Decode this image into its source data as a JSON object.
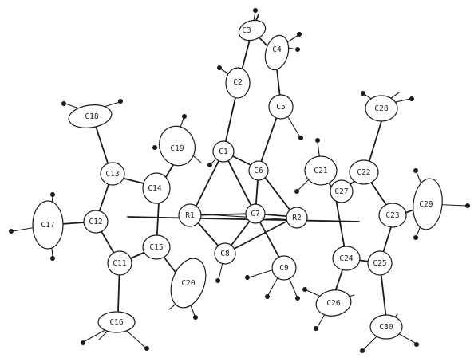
{
  "labels": {
    "C1": "C1",
    "C2": "C2",
    "C3": "C3",
    "C4": "C4",
    "C5": "C5",
    "C6": "C6",
    "C7": "C7",
    "C8": "C8",
    "C9": "C9",
    "C11": "C11",
    "C12": "C12",
    "C13": "C13",
    "C14": "C14",
    "C15": "C15",
    "C16": "C16",
    "C17": "C17",
    "C18": "C18",
    "C19": "C19",
    "C20": "C20",
    "C21": "C21",
    "C22": "C22",
    "C23": "C23",
    "C24": "C24",
    "C25": "C25",
    "C26": "C26",
    "C27": "C27",
    "C28": "C28",
    "C29": "C29",
    "C30": "C30",
    "R1": "R1",
    "R2": "R2"
  }
}
